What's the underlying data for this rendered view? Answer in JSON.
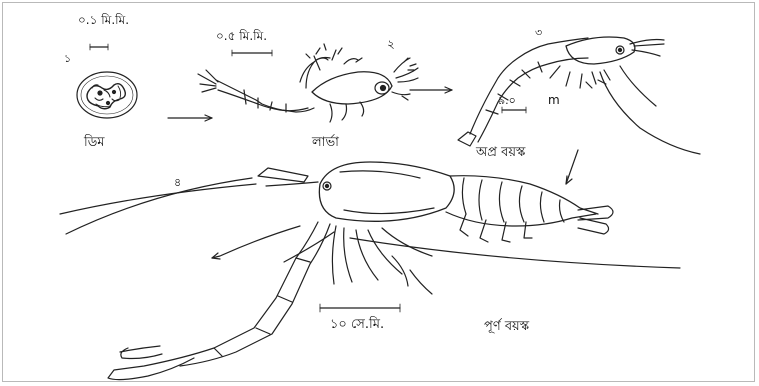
{
  "stages": {
    "egg": {
      "number": "১",
      "name": "ডিম",
      "scale": "০.১ মি.মি."
    },
    "larva": {
      "number": "২",
      "name": "লার্ভা",
      "scale": "০.৫ মি.মি."
    },
    "juvenile": {
      "number": "৩",
      "name": "অপ্র বয়স্ক",
      "scale": "৯.০",
      "scale_unit": "m"
    },
    "adult": {
      "number": "৪",
      "name": "পূর্ণ বয়স্ক",
      "scale": "১০ সে.মি."
    }
  }
}
